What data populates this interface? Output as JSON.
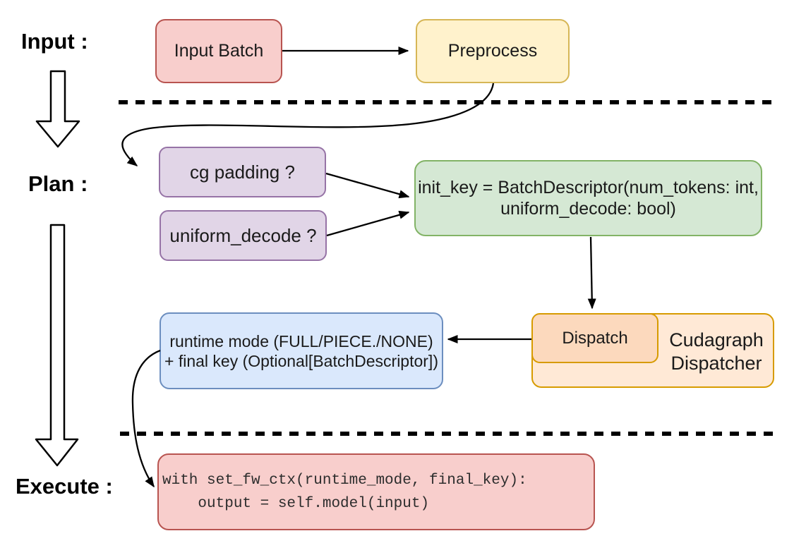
{
  "stage_labels": {
    "input": "Input :",
    "plan": "Plan :",
    "execute": "Execute :"
  },
  "nodes": {
    "input_batch": {
      "label": "Input Batch"
    },
    "preprocess": {
      "label": "Preprocess"
    },
    "cg_padding": {
      "label": "cg padding ?"
    },
    "uniform_decode": {
      "label": "uniform_decode ?"
    },
    "init_key": {
      "line1": "init_key = BatchDescriptor(num_tokens: int,",
      "line2": "uniform_decode: bool)"
    },
    "dispatch": {
      "label": "Dispatch"
    },
    "cudagraph_dispatcher": {
      "line1": "Cudagraph",
      "line2": "Dispatcher"
    },
    "runtime": {
      "line1": "runtime mode (FULL/PIECE./NONE)",
      "line2": "+ final key (Optional[BatchDescriptor])"
    },
    "execute_code": {
      "line1": "with set_fw_ctx(runtime_mode, final_key):",
      "line2": "    output = self.model(input)"
    }
  },
  "palette": {
    "pink_fill": "#f8cecc",
    "pink_stroke": "#b85450",
    "yellow_fill": "#fff2cc",
    "yellow_stroke": "#d6b656",
    "purple_fill": "#e1d5e7",
    "purple_stroke": "#9673a6",
    "green_fill": "#d5e8d4",
    "green_stroke": "#82b366",
    "blue_fill": "#dae8fc",
    "blue_stroke": "#6c8ebf",
    "orange_outer_fill": "#ffe9d6",
    "orange_inner_fill": "#fcd9bd",
    "orange_stroke": "#d79b00",
    "line_color": "#000000"
  }
}
